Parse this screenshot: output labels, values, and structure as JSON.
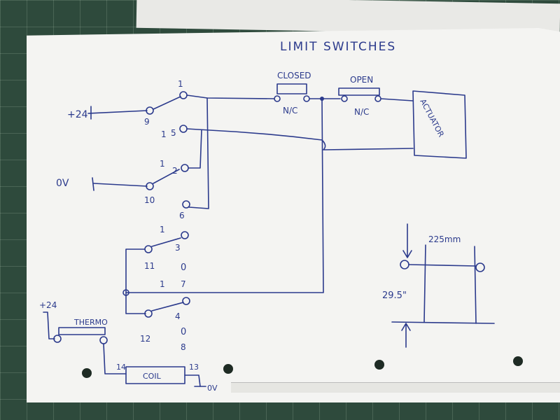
{
  "title": "LIMIT SWITCHES",
  "labels": {
    "closed": "CLOSED",
    "open": "OPEN",
    "nc_closed": "N/C",
    "nc_open": "N/C",
    "actuator": "ACTUATOR",
    "plus24_top": "+24",
    "zero_v": "0V",
    "plus24_bottom": "+24",
    "thermo": "THERMO",
    "coil": "COIL",
    "zero_v_bottom": "0V",
    "dim_width": "225mm",
    "dim_height": "29.5\""
  },
  "terminals": {
    "t9": "9",
    "t1a": "1",
    "t5": "5",
    "t1b": "1",
    "t2": "2",
    "t10": "10",
    "t6": "6",
    "t1c": "1",
    "t3": "3",
    "t11": "11",
    "t0a": "0",
    "t1d": "1",
    "t7": "7",
    "t4": "4",
    "t12": "12",
    "t0b": "0",
    "t1e": "1",
    "t8": "8",
    "t14": "14",
    "t13": "13"
  }
}
